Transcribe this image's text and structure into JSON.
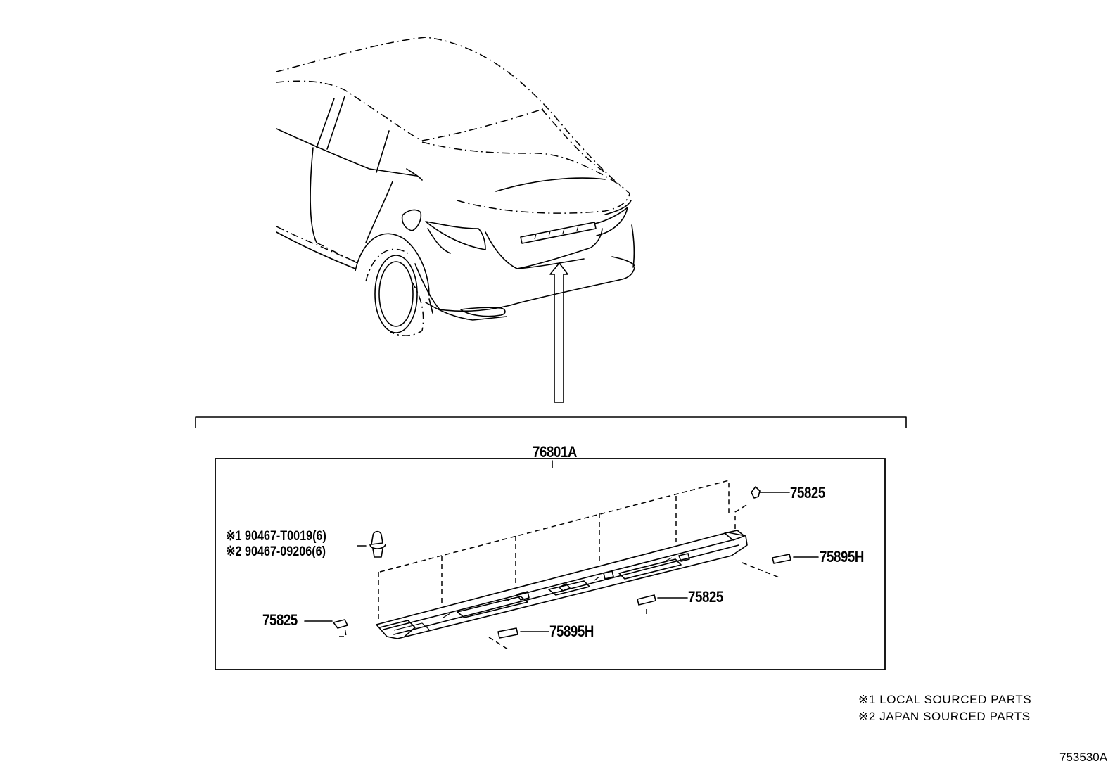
{
  "assembly": {
    "part_number": "76801A"
  },
  "callouts": [
    {
      "id": "clip-top-right",
      "part_number": "75825"
    },
    {
      "id": "pad-right",
      "part_number": "75895H"
    },
    {
      "id": "clip-middle",
      "part_number": "75825"
    },
    {
      "id": "clip-left",
      "part_number": "75825"
    },
    {
      "id": "pad-bottom",
      "part_number": "75895H"
    }
  ],
  "fasteners": [
    {
      "mark": "※1",
      "part_number": "90467-T0019(6)"
    },
    {
      "mark": "※2",
      "part_number": "90467-09206(6)"
    }
  ],
  "notes": [
    {
      "mark": "※1",
      "text": "LOCAL SOURCED PARTS"
    },
    {
      "mark": "※2",
      "text": "JAPAN SOURCED PARTS"
    }
  ],
  "figure_id": "753530A"
}
